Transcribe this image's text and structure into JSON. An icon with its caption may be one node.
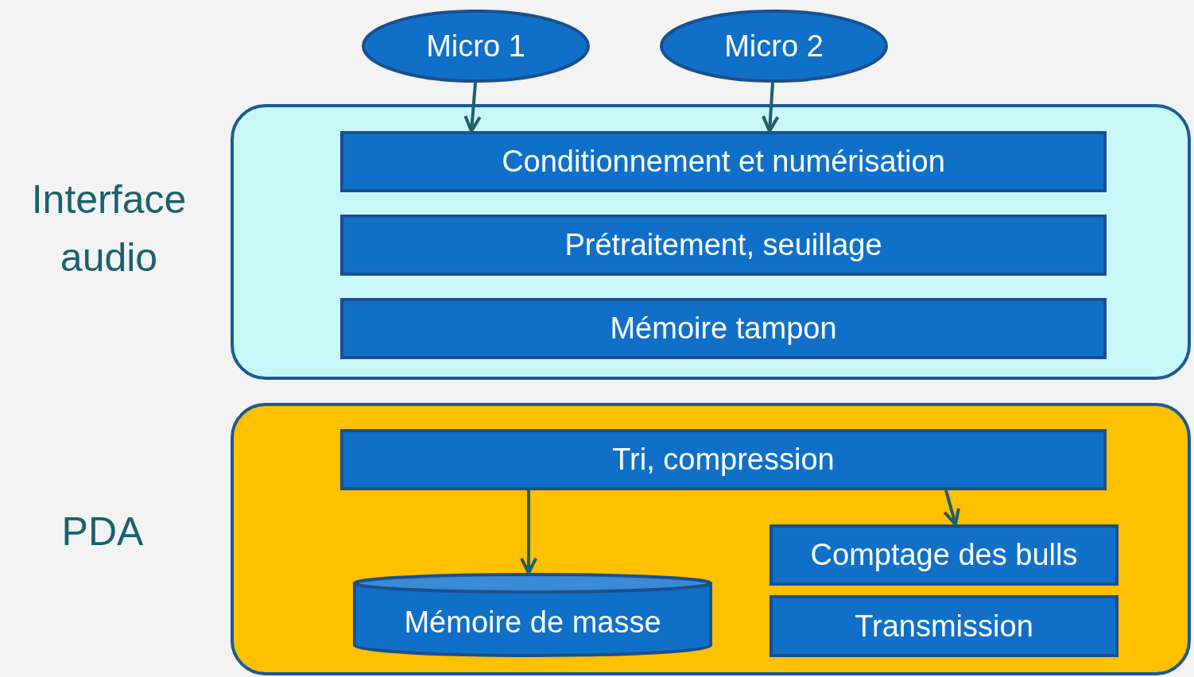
{
  "diagram": {
    "nodes": [
      {
        "text": [
          "Micro 1"
        ]
      },
      {
        "text": [
          "Micro 2"
        ]
      },
      {
        "text": [
          "Interface audio"
        ]
      },
      {
        "text": [
          "Conditionnement et numérisation"
        ],
        "in": 2
      },
      {
        "text": [
          "Prétraitement, seuillage"
        ],
        "in": 2
      },
      {
        "text": [
          "Mémoire tampon"
        ],
        "in": 2
      },
      {
        "text": [
          "PDA"
        ]
      },
      {
        "text": [
          "Tri, compression"
        ],
        "in": 6
      },
      {
        "text": [
          "Mémoire de masse"
        ],
        "in": 6
      },
      {
        "text": [
          "Comptage des bulls"
        ],
        "in": 6
      },
      {
        "text": [
          "Transmission"
        ],
        "in": 6
      }
    ],
    "edges": [
      {
        "from": 0,
        "to": 3,
        "arrow": "to"
      },
      {
        "from": 1,
        "to": 3,
        "arrow": "to"
      },
      {
        "from": 7,
        "to": 8,
        "arrow": "to"
      },
      {
        "from": 7,
        "to": 9,
        "arrow": "to"
      }
    ]
  }
}
